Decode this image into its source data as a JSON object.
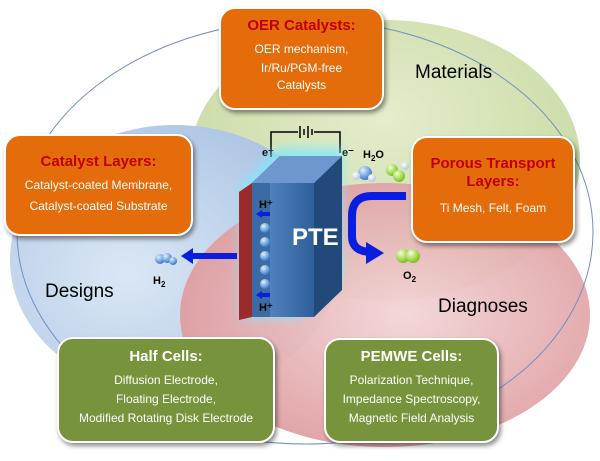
{
  "regions": {
    "materials": "Materials",
    "designs": "Designs",
    "diagnoses": "Diagnoses"
  },
  "center": {
    "pte": "PTE",
    "electron_left": "e⁻",
    "electron_right": "e⁻",
    "proton_top": "H⁺",
    "proton_bottom": "H⁺",
    "h2o_base": "H",
    "h2o_sub": "2",
    "h2o_tail": "O",
    "o2_base": "O",
    "o2_sub": "2",
    "h2_base": "H",
    "h2_sub": "2"
  },
  "boxes": {
    "oer": {
      "title": "OER Catalysts:",
      "lines": [
        "OER mechanism,",
        "Ir/Ru/PGM-free",
        "Catalysts"
      ]
    },
    "catalyst_layers": {
      "title": "Catalyst Layers:",
      "lines": [
        "Catalyst-coated Membrane,",
        "Catalyst-coated Substrate"
      ]
    },
    "ptl": {
      "title_lines": [
        "Porous Transport",
        "Layers:"
      ],
      "lines": [
        "Ti Mesh, Felt, Foam"
      ]
    },
    "half_cells": {
      "title": "Half Cells:",
      "lines": [
        "Diffusion Electrode,",
        "Floating Electrode,",
        "Modified Rotating Disk Electrode"
      ]
    },
    "pemwe": {
      "title": "PEMWE Cells:",
      "lines": [
        "Polarization Technique,",
        "Impedance Spectroscopy,",
        "Magnetic Field Analysis"
      ]
    }
  },
  "colors": {
    "materials_fill": "#d2e0b0",
    "designs_fill": "#b5cce6",
    "diagnoses_fill": "#e4a9ac",
    "orange_box": "#e46c0a",
    "green_box": "#77933c",
    "title_red": "#c00000",
    "arrow_blue": "#0a1ee0"
  }
}
